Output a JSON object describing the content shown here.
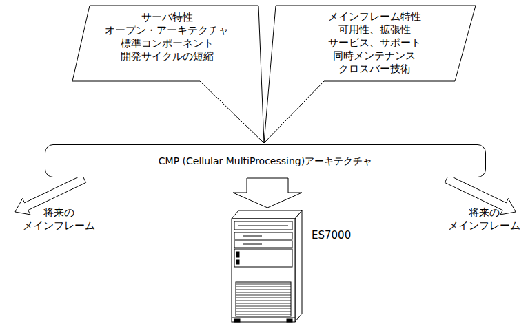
{
  "diagram": {
    "nodes": [
      {
        "text": [
          "サーバ特性",
          "オープン・アーキテクチャ",
          "標準コンポーネント",
          "開発サイクルの短縮"
        ]
      },
      {
        "text": [
          "メインフレーム特性",
          "可用性、拡張性",
          "サービス、サポート",
          "同時メンテナンス",
          "クロスバー技術"
        ]
      },
      {
        "text": [
          "CMP (Cellular MultiProcessing)アーキテクチャ"
        ]
      }
    ],
    "labels": [
      "将来の メインフレーム",
      "ES7000",
      "将来の メインフレーム"
    ]
  }
}
